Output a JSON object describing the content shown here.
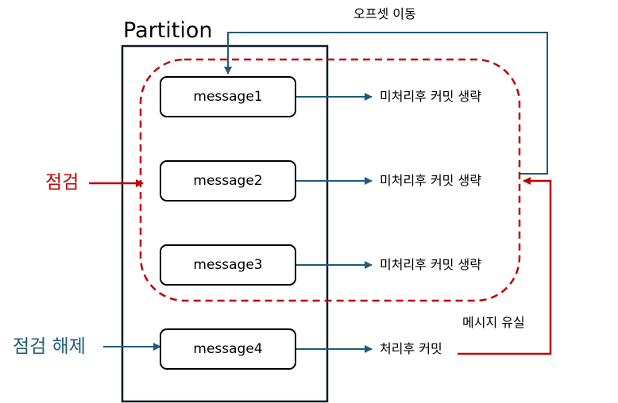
{
  "partition": {
    "title": "Partition"
  },
  "messages": [
    "message1",
    "message2",
    "message3",
    "message4"
  ],
  "skip_commit_label": "미처리후 커밋 생략",
  "commit_after_label": "처리후 커밋",
  "offset_move_label": "오프셋 이동",
  "message_loss_label": "메시지 유실",
  "inspect_label": "점검",
  "inspect_release_label": "점검 해제",
  "colors": {
    "blue": "#1f5a7a",
    "red": "#c00000",
    "black": "#000000"
  }
}
